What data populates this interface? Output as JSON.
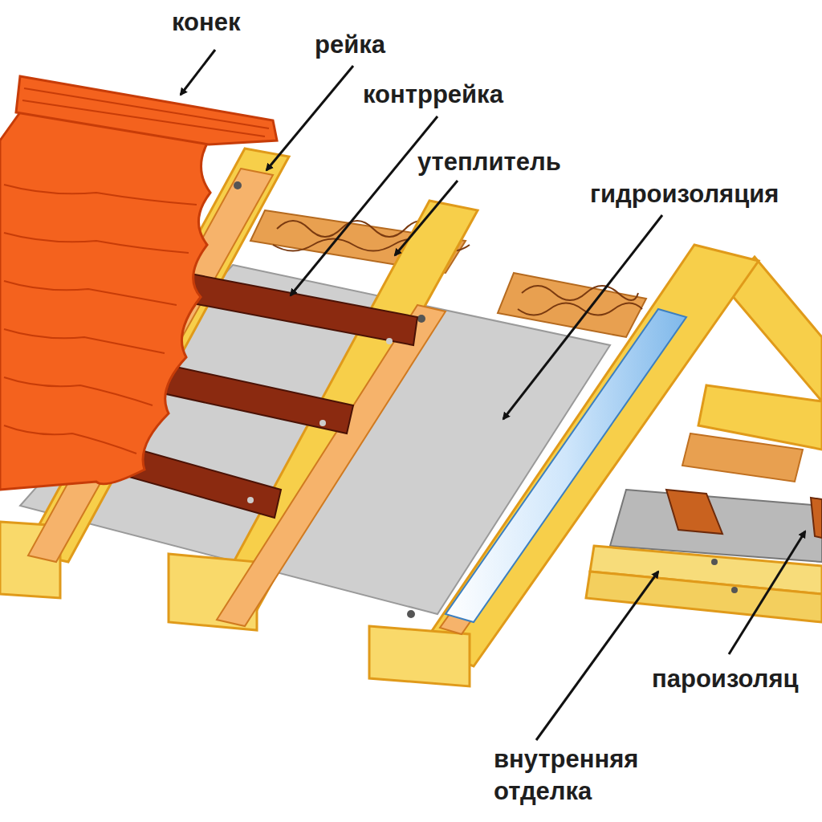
{
  "diagram": {
    "labels": [
      "конек",
      "рейка",
      "контррейка",
      "утеплитель",
      "гидроизоляция",
      "пароизоляц",
      "внутренняя отделка"
    ]
  }
}
